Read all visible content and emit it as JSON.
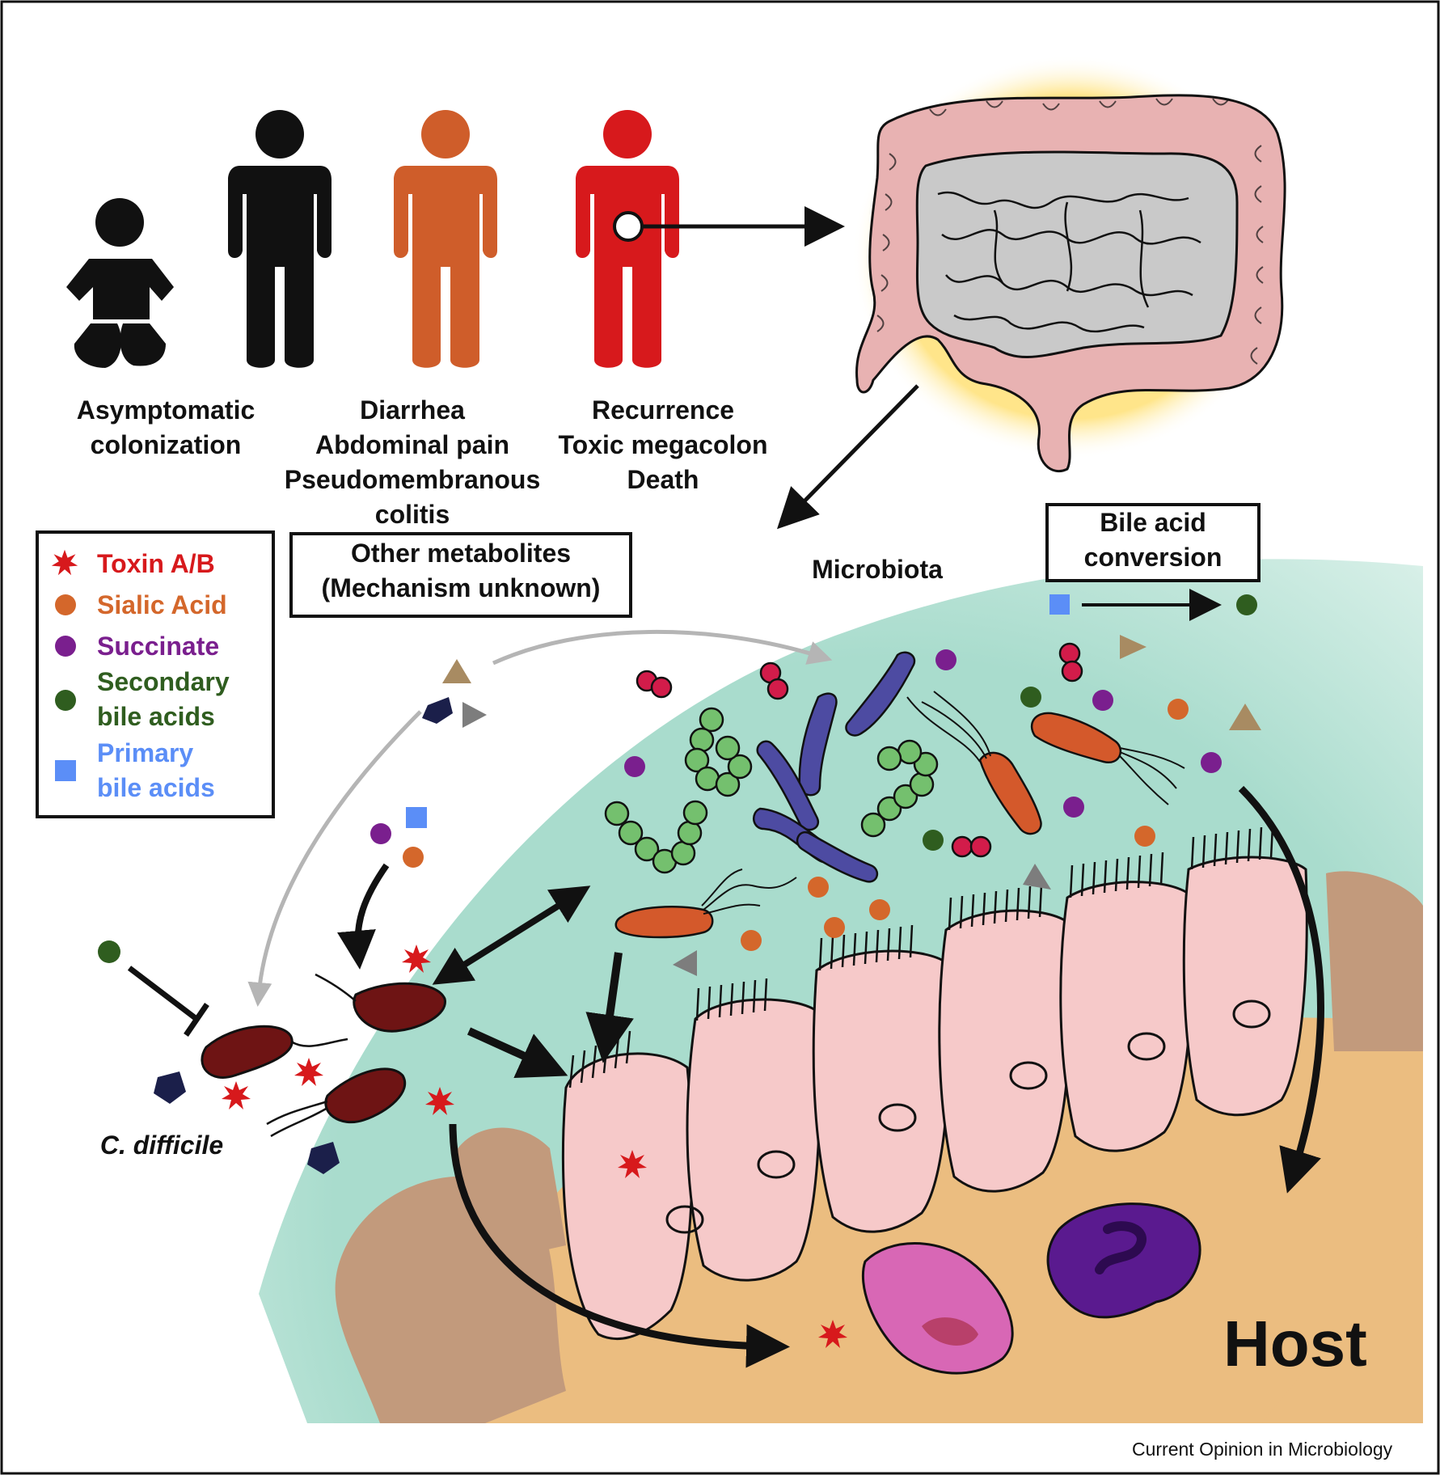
{
  "colors": {
    "toxin": "#d7191c",
    "sialic_acid": "#d4672b",
    "succinate": "#7a1f8e",
    "secondary_bile_acids": "#2f5d1f",
    "primary_bile_acids": "#5b8ef7",
    "cdiff": "#6e1414",
    "colon": "#e8b2b2",
    "mucus": "#cfe9df",
    "host_tissue": "#ebbd80",
    "epithelial_cell": "#f6c9c9"
  },
  "people": [
    {
      "label_lines": [
        "Asymptomatic",
        "colonization"
      ],
      "figure": "infant-figure",
      "color": "#111111"
    },
    {
      "label_lines": [],
      "figure": "adult-figure",
      "color": "#111111"
    },
    {
      "label_lines": [
        "Diarrhea",
        "Abdominal pain",
        "Pseudomembranous",
        "colitis"
      ],
      "figure": "adult-figure",
      "color": "#cf5d2a"
    },
    {
      "label_lines": [
        "Recurrence",
        "Toxic megacolon",
        "Death"
      ],
      "figure": "adult-figure",
      "color": "#d7191c"
    }
  ],
  "legend": [
    {
      "icon": "toxin-icon",
      "line1": "Toxin A/B",
      "line2": "",
      "color": "#d7191c"
    },
    {
      "icon": "sialic-acid-icon",
      "line1": "Sialic Acid",
      "line2": "",
      "color": "#d4672b"
    },
    {
      "icon": "succinate-icon",
      "line1": "Succinate",
      "line2": "",
      "color": "#7a1f8e"
    },
    {
      "icon": "secondary-bile-acid-icon",
      "line1": "Secondary",
      "line2": "bile acids",
      "color": "#2f5d1f"
    },
    {
      "icon": "primary-bile-acid-icon",
      "line1": "Primary",
      "line2": "bile acids",
      "color": "#5b8ef7"
    }
  ],
  "boxes": {
    "other_metabolites_line1": "Other metabolites",
    "other_metabolites_line2": "(Mechanism unknown)",
    "bile_acid_line1": "Bile acid",
    "bile_acid_line2": "conversion"
  },
  "labels": {
    "microbiota": "Microbiota",
    "cdiff": "C. difficile",
    "host": "Host",
    "credit": "Current Opinion in Microbiology"
  }
}
